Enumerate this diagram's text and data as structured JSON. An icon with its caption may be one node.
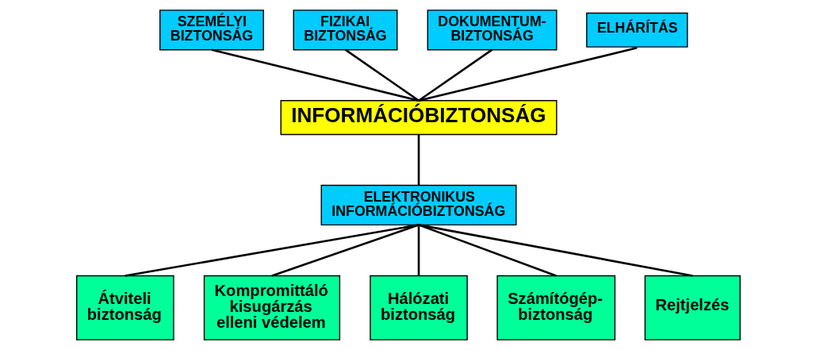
{
  "diagram": {
    "nodes": [
      {
        "text": [
          "SZEMÉLYI BIZTONSÁG"
        ]
      },
      {
        "text": [
          "FIZIKAI BIZTONSÁG"
        ]
      },
      {
        "text": [
          "DOKUMENTUM-BIZTONSÁG"
        ]
      },
      {
        "text": [
          "ELHÁRÍTÁS"
        ]
      },
      {
        "text": [
          "INFORMÁCIÓBIZTONSÁG"
        ]
      },
      {
        "text": [
          "ELEKTRONIKUS INFORMÁCIÓBIZTONSÁG"
        ]
      },
      {
        "text": [
          "Átviteli biztonság"
        ]
      },
      {
        "text": [
          "Kompromittáló kisugárzás elleni védelem"
        ]
      },
      {
        "text": [
          "Hálózati biztonság"
        ]
      },
      {
        "text": [
          "Számítógép-biztonság"
        ]
      },
      {
        "text": [
          "Rejtjelzés"
        ]
      }
    ],
    "edges": [
      {
        "from": 0,
        "to": 4,
        "arrow": "none"
      },
      {
        "from": 1,
        "to": 4,
        "arrow": "none"
      },
      {
        "from": 2,
        "to": 4,
        "arrow": "none"
      },
      {
        "from": 3,
        "to": 4,
        "arrow": "none"
      },
      {
        "from": 4,
        "to": 5,
        "arrow": "none"
      },
      {
        "from": 5,
        "to": 6,
        "arrow": "none"
      },
      {
        "from": 5,
        "to": 7,
        "arrow": "none"
      },
      {
        "from": 5,
        "to": 8,
        "arrow": "none"
      },
      {
        "from": 5,
        "to": 9,
        "arrow": "none"
      },
      {
        "from": 5,
        "to": 10,
        "arrow": "none"
      }
    ]
  }
}
